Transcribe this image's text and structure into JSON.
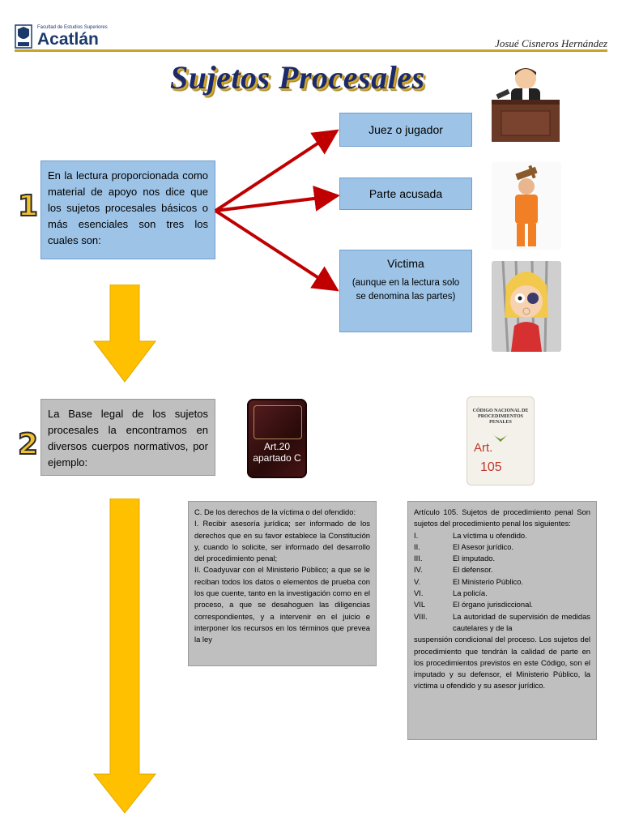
{
  "header": {
    "institution_small": "Facultad de Estudios Superiores",
    "institution_name": "Acatlán",
    "author": "Josué Cisneros Hernández"
  },
  "title": "Sujetos Procesales",
  "step1": {
    "number": "1",
    "text": "En la lectura proporcionada como material de apoyo nos dice que los sujetos procesales básicos o más esenciales son tres los cuales son:",
    "subjects": [
      {
        "label": "Juez o jugador",
        "note": ""
      },
      {
        "label": "Parte acusada",
        "note": ""
      },
      {
        "label": "Victima",
        "note": "(aunque en la lectura solo se denomina las partes)"
      }
    ]
  },
  "step2": {
    "number": "2",
    "text": "La Base legal de los sujetos procesales la encontramos en diversos cuerpos normativos, por ejemplo:",
    "constitution_label": "Art.20 apartado C",
    "code_cover": {
      "header": "CÓDIGO NACIONAL DE PROCEDIMIENTOS PENALES",
      "art": "Art.",
      "num": "105"
    }
  },
  "art20": {
    "lines": [
      "C. De los derechos de la víctima o del ofendido:",
      "I. Recibir asesoría jurídica; ser informado de los derechos que en su favor establece la Constitución y, cuando lo solicite, ser informado del desarrollo del procedimiento penal;",
      "II. Coadyuvar con el Ministerio Público; a que se le reciban todos los datos o elementos de prueba con los que cuente, tanto en la investigación como en el proceso, a que se desahoguen las diligencias correspondientes, y a intervenir en el juicio e interponer los recursos en los términos que prevea la ley"
    ]
  },
  "art105": {
    "intro": "Artículo 105. Sujetos de procedimiento penal Son sujetos del procedimiento penal los siguientes:",
    "items": [
      {
        "num": "I.",
        "text": "La víctima u ofendido."
      },
      {
        "num": "II.",
        "text": "El Asesor jurídico."
      },
      {
        "num": "III.",
        "text": "El imputado."
      },
      {
        "num": "IV.",
        "text": "El defensor."
      },
      {
        "num": "V.",
        "text": "El Ministerio Público."
      },
      {
        "num": "VI.",
        "text": "La policía."
      },
      {
        "num": "VIL",
        "text": "El órgano jurisdiccional."
      },
      {
        "num": "VIII.",
        "text": "La autoridad de supervisión de medidas cautelares y de la"
      }
    ],
    "closing": "suspensión condicional del proceso. Los sujetos del procedimiento que tendrán la calidad de parte en los procedimientos previstos en este Código, son el imputado y su defensor, el Ministerio Público, la víctima u ofendido y su asesor jurídico."
  },
  "colors": {
    "blue_box": "#9dc3e6",
    "gray_box": "#bfbfbf",
    "arrow_red": "#c00000",
    "arrow_gold": "#ffc000",
    "title_blue": "#1b2a6b"
  }
}
